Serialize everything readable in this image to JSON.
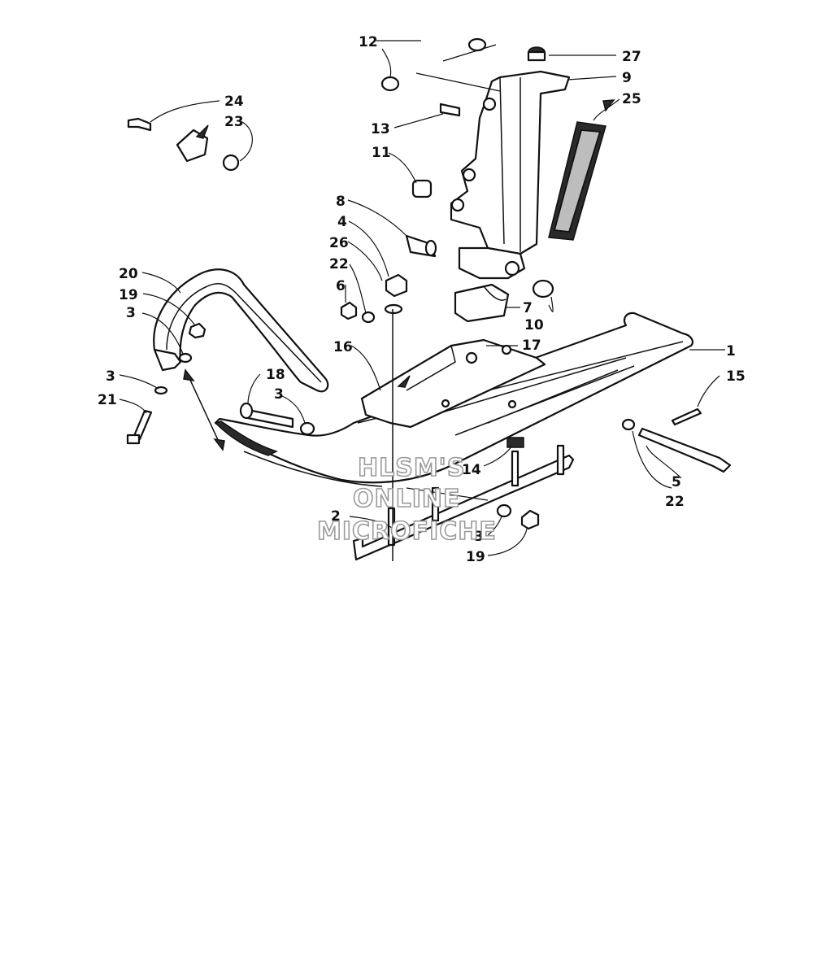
{
  "callouts": [
    {
      "id": "1",
      "text": "1"
    },
    {
      "id": "2",
      "text": "2"
    },
    {
      "id": "3a",
      "text": "3"
    },
    {
      "id": "3b",
      "text": "3"
    },
    {
      "id": "3c",
      "text": "3"
    },
    {
      "id": "3d",
      "text": "3"
    },
    {
      "id": "4",
      "text": "4"
    },
    {
      "id": "5",
      "text": "5"
    },
    {
      "id": "6",
      "text": "6"
    },
    {
      "id": "7",
      "text": "7"
    },
    {
      "id": "8",
      "text": "8"
    },
    {
      "id": "9",
      "text": "9"
    },
    {
      "id": "10",
      "text": "10"
    },
    {
      "id": "11",
      "text": "11"
    },
    {
      "id": "12",
      "text": "12"
    },
    {
      "id": "13",
      "text": "13"
    },
    {
      "id": "14",
      "text": "14"
    },
    {
      "id": "15",
      "text": "15"
    },
    {
      "id": "16",
      "text": "16"
    },
    {
      "id": "17",
      "text": "17"
    },
    {
      "id": "18",
      "text": "18"
    },
    {
      "id": "19a",
      "text": "19"
    },
    {
      "id": "19b",
      "text": "19"
    },
    {
      "id": "20",
      "text": "20"
    },
    {
      "id": "21",
      "text": "21"
    },
    {
      "id": "22a",
      "text": "22"
    },
    {
      "id": "22b",
      "text": "22"
    },
    {
      "id": "23",
      "text": "23"
    },
    {
      "id": "24",
      "text": "24"
    },
    {
      "id": "25",
      "text": "25"
    },
    {
      "id": "26",
      "text": "26"
    },
    {
      "id": "27",
      "text": "27"
    }
  ],
  "watermark": {
    "line1": "HLSM'S",
    "line2": "ONLINE",
    "line3": "MICROFICHE"
  }
}
